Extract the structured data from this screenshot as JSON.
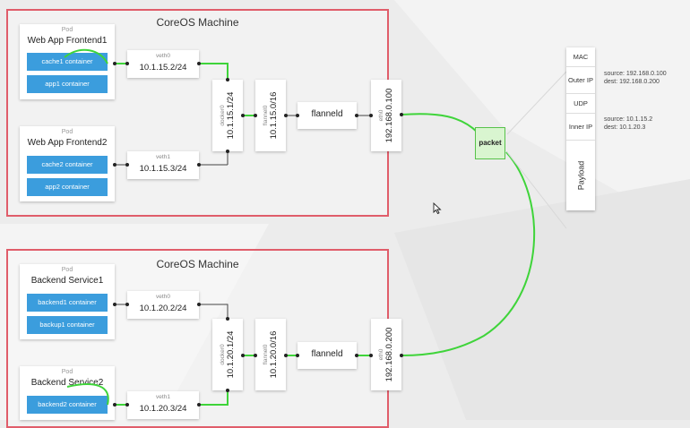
{
  "machines": [
    {
      "title": "CoreOS Machine",
      "pods": [
        {
          "label": "Pod",
          "name": "Web App Frontend1",
          "containers": [
            "cache1 container",
            "app1 container"
          ]
        },
        {
          "label": "Pod",
          "name": "Web App Frontend2",
          "containers": [
            "cache2 container",
            "app2 container"
          ]
        }
      ],
      "veths": [
        {
          "label": "veth0",
          "ip": "10.1.15.2/24"
        },
        {
          "label": "veth1",
          "ip": "10.1.15.3/24"
        }
      ],
      "docker0": {
        "label": "docker0",
        "ip": "10.1.15.1/24"
      },
      "flannel0": {
        "label": "flannel0",
        "ip": "10.1.15.0/16"
      },
      "flanneld": "flanneld",
      "eth0": {
        "label": "eth0",
        "ip": "192.168.0.100"
      }
    },
    {
      "title": "CoreOS Machine",
      "pods": [
        {
          "label": "Pod",
          "name": "Backend Service1",
          "containers": [
            "backend1 container",
            "backup1 container"
          ]
        },
        {
          "label": "Pod",
          "name": "Backend Service2",
          "containers": [
            "backend2 container"
          ]
        }
      ],
      "veths": [
        {
          "label": "veth0",
          "ip": "10.1.20.2/24"
        },
        {
          "label": "veth1",
          "ip": "10.1.20.3/24"
        }
      ],
      "docker0": {
        "label": "docker0",
        "ip": "10.1.20.1/24"
      },
      "flannel0": {
        "label": "flannel0",
        "ip": "10.1.20.0/16"
      },
      "flanneld": "flanneld",
      "eth0": {
        "label": "eth0",
        "ip": "192.168.0.200"
      }
    }
  ],
  "packet": {
    "badge": "packet",
    "fields": {
      "mac": "MAC",
      "outer_ip": "Outer IP",
      "udp": "UDP",
      "inner_ip": "Inner IP",
      "payload": "Payload"
    },
    "outer": {
      "source": "source: 192.168.0.100",
      "dest": "dest: 192.168.0.200"
    },
    "inner": {
      "source": "source: 10.1.15.2",
      "dest": "dest: 10.1.20.3"
    }
  },
  "colors": {
    "machine_border": "#e05d6a",
    "container": "#3b9ddd",
    "wire_active": "#3fd43a",
    "packet_fill": "#d9f5d0"
  }
}
